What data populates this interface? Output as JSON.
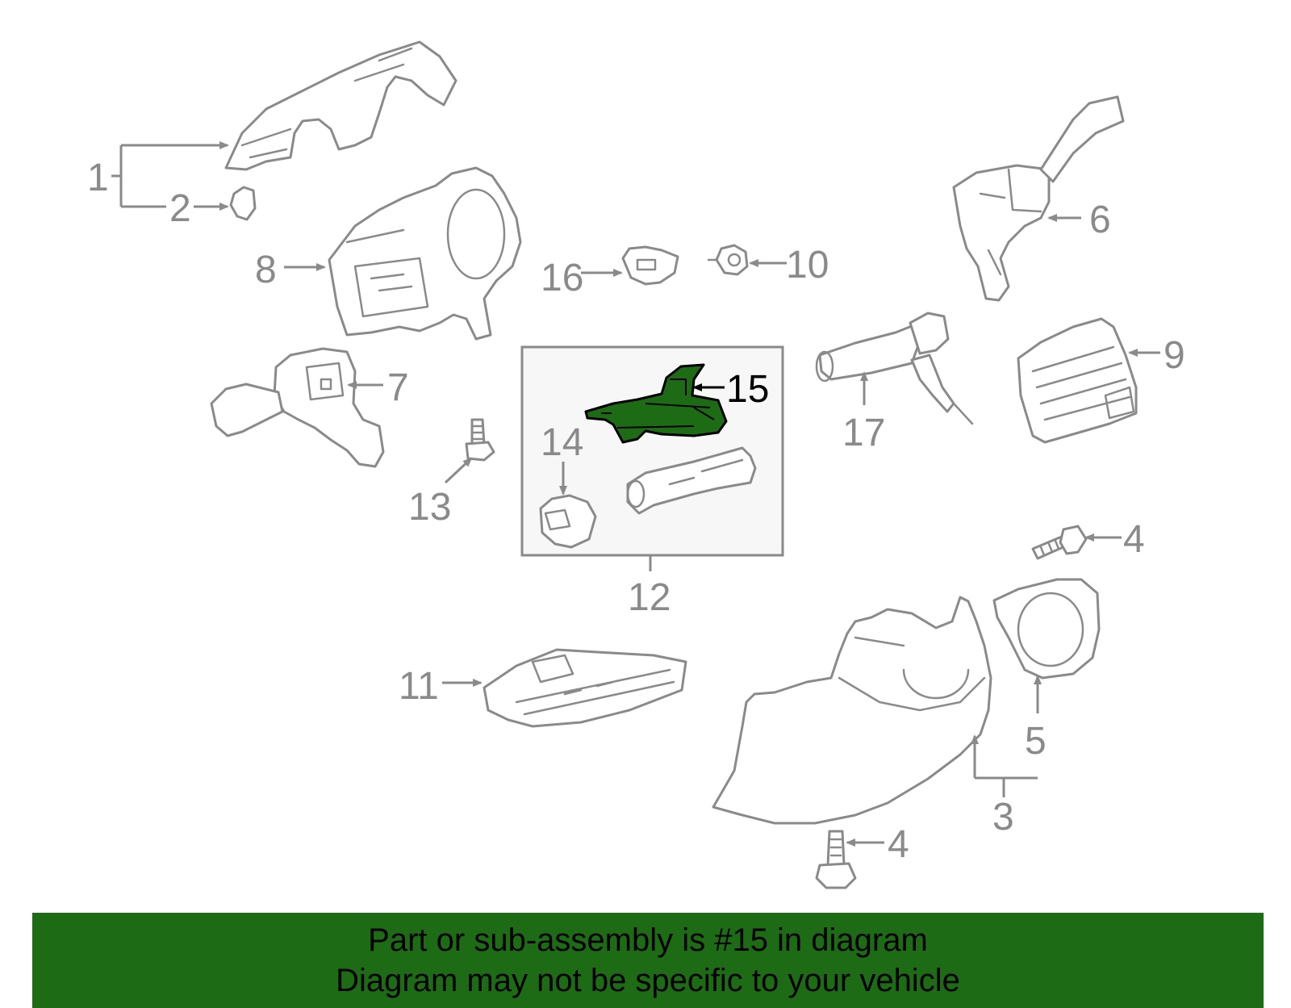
{
  "diagram": {
    "callouts": {
      "c1": "1",
      "c2": "2",
      "c3": "3",
      "c4a": "4",
      "c4b": "4",
      "c5": "5",
      "c6": "6",
      "c7": "7",
      "c8": "8",
      "c9": "9",
      "c10": "10",
      "c11": "11",
      "c12": "12",
      "c13": "13",
      "c14": "14",
      "c15": "15",
      "c16": "16",
      "c17": "17"
    },
    "highlighted_part": "15",
    "highlight_color": "#1e6b16",
    "line_color": "#8a8a8a"
  },
  "banner": {
    "line1": "Part or sub-assembly is #15 in diagram",
    "line2": "Diagram may not be specific to your vehicle",
    "background": "#1e6b16"
  }
}
